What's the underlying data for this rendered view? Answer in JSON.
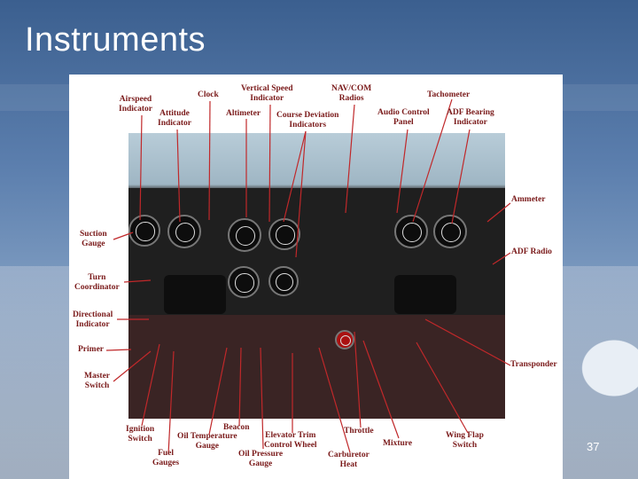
{
  "slide": {
    "title": "Instruments",
    "page_number": "37"
  },
  "labels": {
    "airspeed": "Airspeed\nIndicator",
    "clock": "Clock",
    "vsi": "Vertical Speed\nIndicator",
    "navcom": "NAV/COM\nRadios",
    "tachometer": "Tachometer",
    "attitude": "Attitude\nIndicator",
    "altimeter": "Altimeter",
    "cdi": "Course Deviation\nIndicators",
    "audio": "Audio Control\nPanel",
    "adf_bearing": "ADF Bearing\nIndicator",
    "ammeter": "Ammeter",
    "suction": "Suction\nGauge",
    "adf_radio": "ADF Radio",
    "turn_coord": "Turn\nCoordinator",
    "directional": "Directional\nIndicator",
    "primer": "Primer",
    "master": "Master\nSwitch",
    "transponder": "Transponder",
    "ignition": "Ignition\nSwitch",
    "beacon": "Beacon",
    "oil_temp": "Oil Temperature\nGauge",
    "elevator": "Elevator Trim\nControl Wheel",
    "throttle": "Throttle",
    "mixture": "Mixture",
    "wing_flap": "Wing Flap\nSwitch",
    "fuel": "Fuel\nGauges",
    "oil_pressure": "Oil Pressure\nGauge",
    "carb_heat": "Carburetor\nHeat"
  }
}
